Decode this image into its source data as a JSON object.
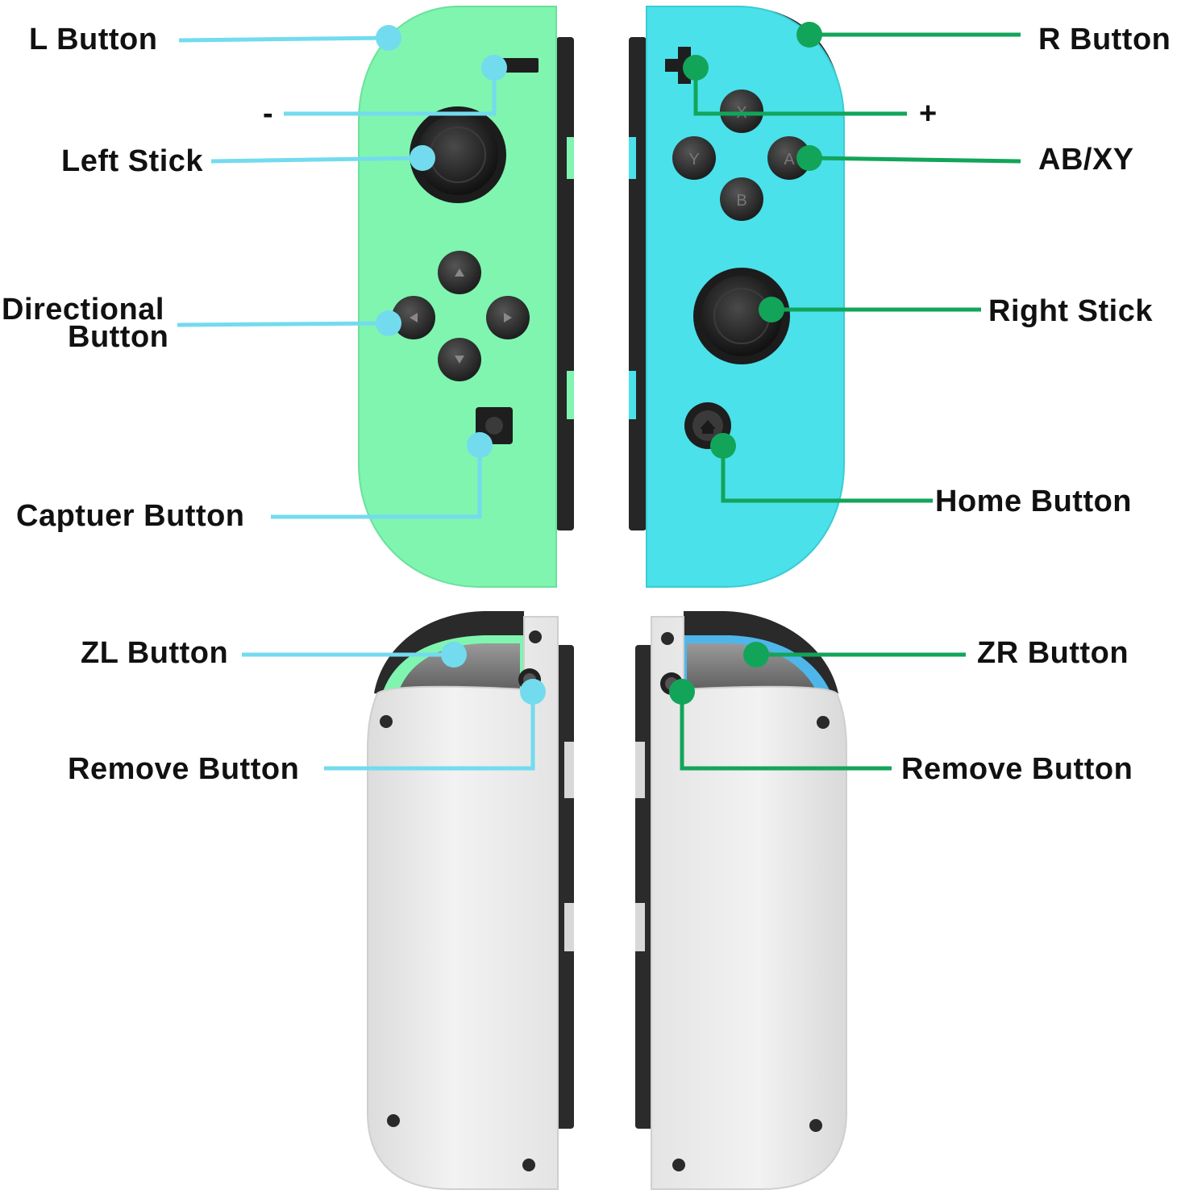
{
  "colors": {
    "left_joycon": "#7ff5b0",
    "right_joycon": "#4ae1ea",
    "left_leader": "#73dbee",
    "right_leader": "#12a55a",
    "shell_back": "#ededed",
    "rail": "#2b2b2b",
    "button_dark": "#2f2f2f"
  },
  "labels": {
    "l_button": "L Button",
    "minus": "-",
    "left_stick": "Left Stick",
    "directional_line1": "Directional",
    "directional_line2": "Button",
    "capture_button": "Captuer Button",
    "zl_button": "ZL Button",
    "remove_left": "Remove Button",
    "r_button": "R Button",
    "plus": "+",
    "abxy": "AB/XY",
    "right_stick": "Right Stick",
    "home_button": "Home Button",
    "zr_button": "ZR Button",
    "remove_right": "Remove Button"
  },
  "face_buttons": {
    "x": "X",
    "y": "Y",
    "a": "A",
    "b": "B"
  },
  "icons": [
    "minus-icon",
    "plus-icon",
    "arrow-up-icon",
    "arrow-down-icon",
    "arrow-left-icon",
    "arrow-right-icon",
    "home-icon",
    "capture-icon"
  ]
}
